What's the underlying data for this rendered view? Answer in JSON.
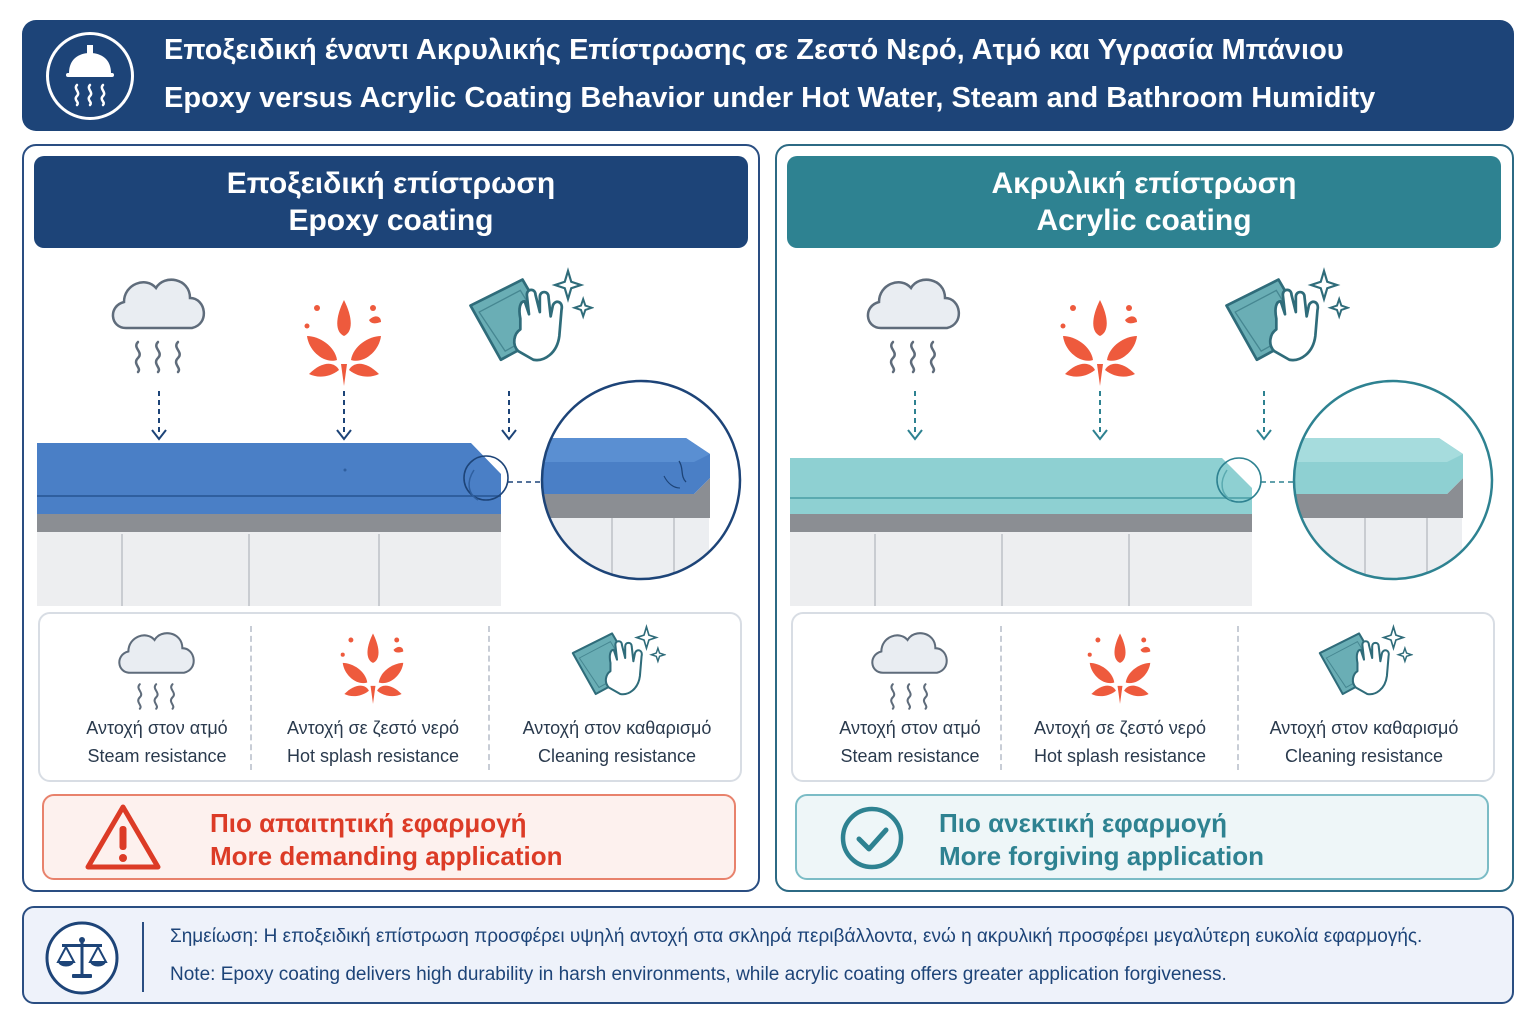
{
  "header": {
    "title_el": "Εποξειδική έναντι Ακρυλικής Επίστρωσης σε Ζεστό Νερό, Ατμό και Υγρασία Μπάνιου",
    "title_en": "Epoxy versus Acrylic Coating Behavior under Hot Water, Steam and Bathroom Humidity",
    "icon": "shower-icon"
  },
  "colors": {
    "navy": "#1d4478",
    "teal": "#2e8291",
    "epoxy_coat": "#4a7fc6",
    "acrylic_coat": "#8ed0d2",
    "warning_red": "#dc3b26",
    "cloud": "#e9edf2",
    "splash": "#ee5a3d",
    "cloth": "#6aaeb5"
  },
  "panels": {
    "epoxy": {
      "title_el": "Εποξειδική επίστρωση",
      "title_en": "Epoxy coating",
      "features": [
        {
          "icon": "steam-cloud-icon",
          "label_el": "Αντοχή στον ατμό",
          "label_en": "Steam resistance"
        },
        {
          "icon": "hot-splash-icon",
          "label_el": "Αντοχή σε ζεστό νερό",
          "label_en": "Hot splash resistance"
        },
        {
          "icon": "cleaning-cloth-icon",
          "label_el": "Αντοχή στον καθαρισμό",
          "label_en": "Cleaning resistance"
        }
      ],
      "verdict": {
        "icon": "warning-triangle-icon",
        "text_el": "Πιο απαιτητική εφαρμογή",
        "text_en": "More demanding application"
      }
    },
    "acrylic": {
      "title_el": "Ακρυλική επίστρωση",
      "title_en": "Acrylic coating",
      "features": [
        {
          "icon": "steam-cloud-icon",
          "label_el": "Αντοχή στον ατμό",
          "label_en": "Steam resistance"
        },
        {
          "icon": "hot-splash-icon",
          "label_el": "Αντοχή σε ζεστό νερό",
          "label_en": "Hot splash resistance"
        },
        {
          "icon": "cleaning-cloth-icon",
          "label_el": "Αντοχή στον καθαρισμό",
          "label_en": "Cleaning resistance"
        }
      ],
      "verdict": {
        "icon": "check-circle-icon",
        "text_el": "Πιο ανεκτική εφαρμογή",
        "text_en": "More forgiving application"
      }
    }
  },
  "note": {
    "icon": "balance-scale-icon",
    "text_el": "Σημείωση: Η εποξειδική επίστρωση προσφέρει υψηλή αντοχή στα σκληρά περιβάλλοντα, ενώ η ακρυλική προσφέρει μεγαλύτερη ευκολία εφαρμογής.",
    "text_en": "Note: Epoxy coating delivers high durability in harsh environments, while acrylic coating offers greater application forgiveness."
  }
}
